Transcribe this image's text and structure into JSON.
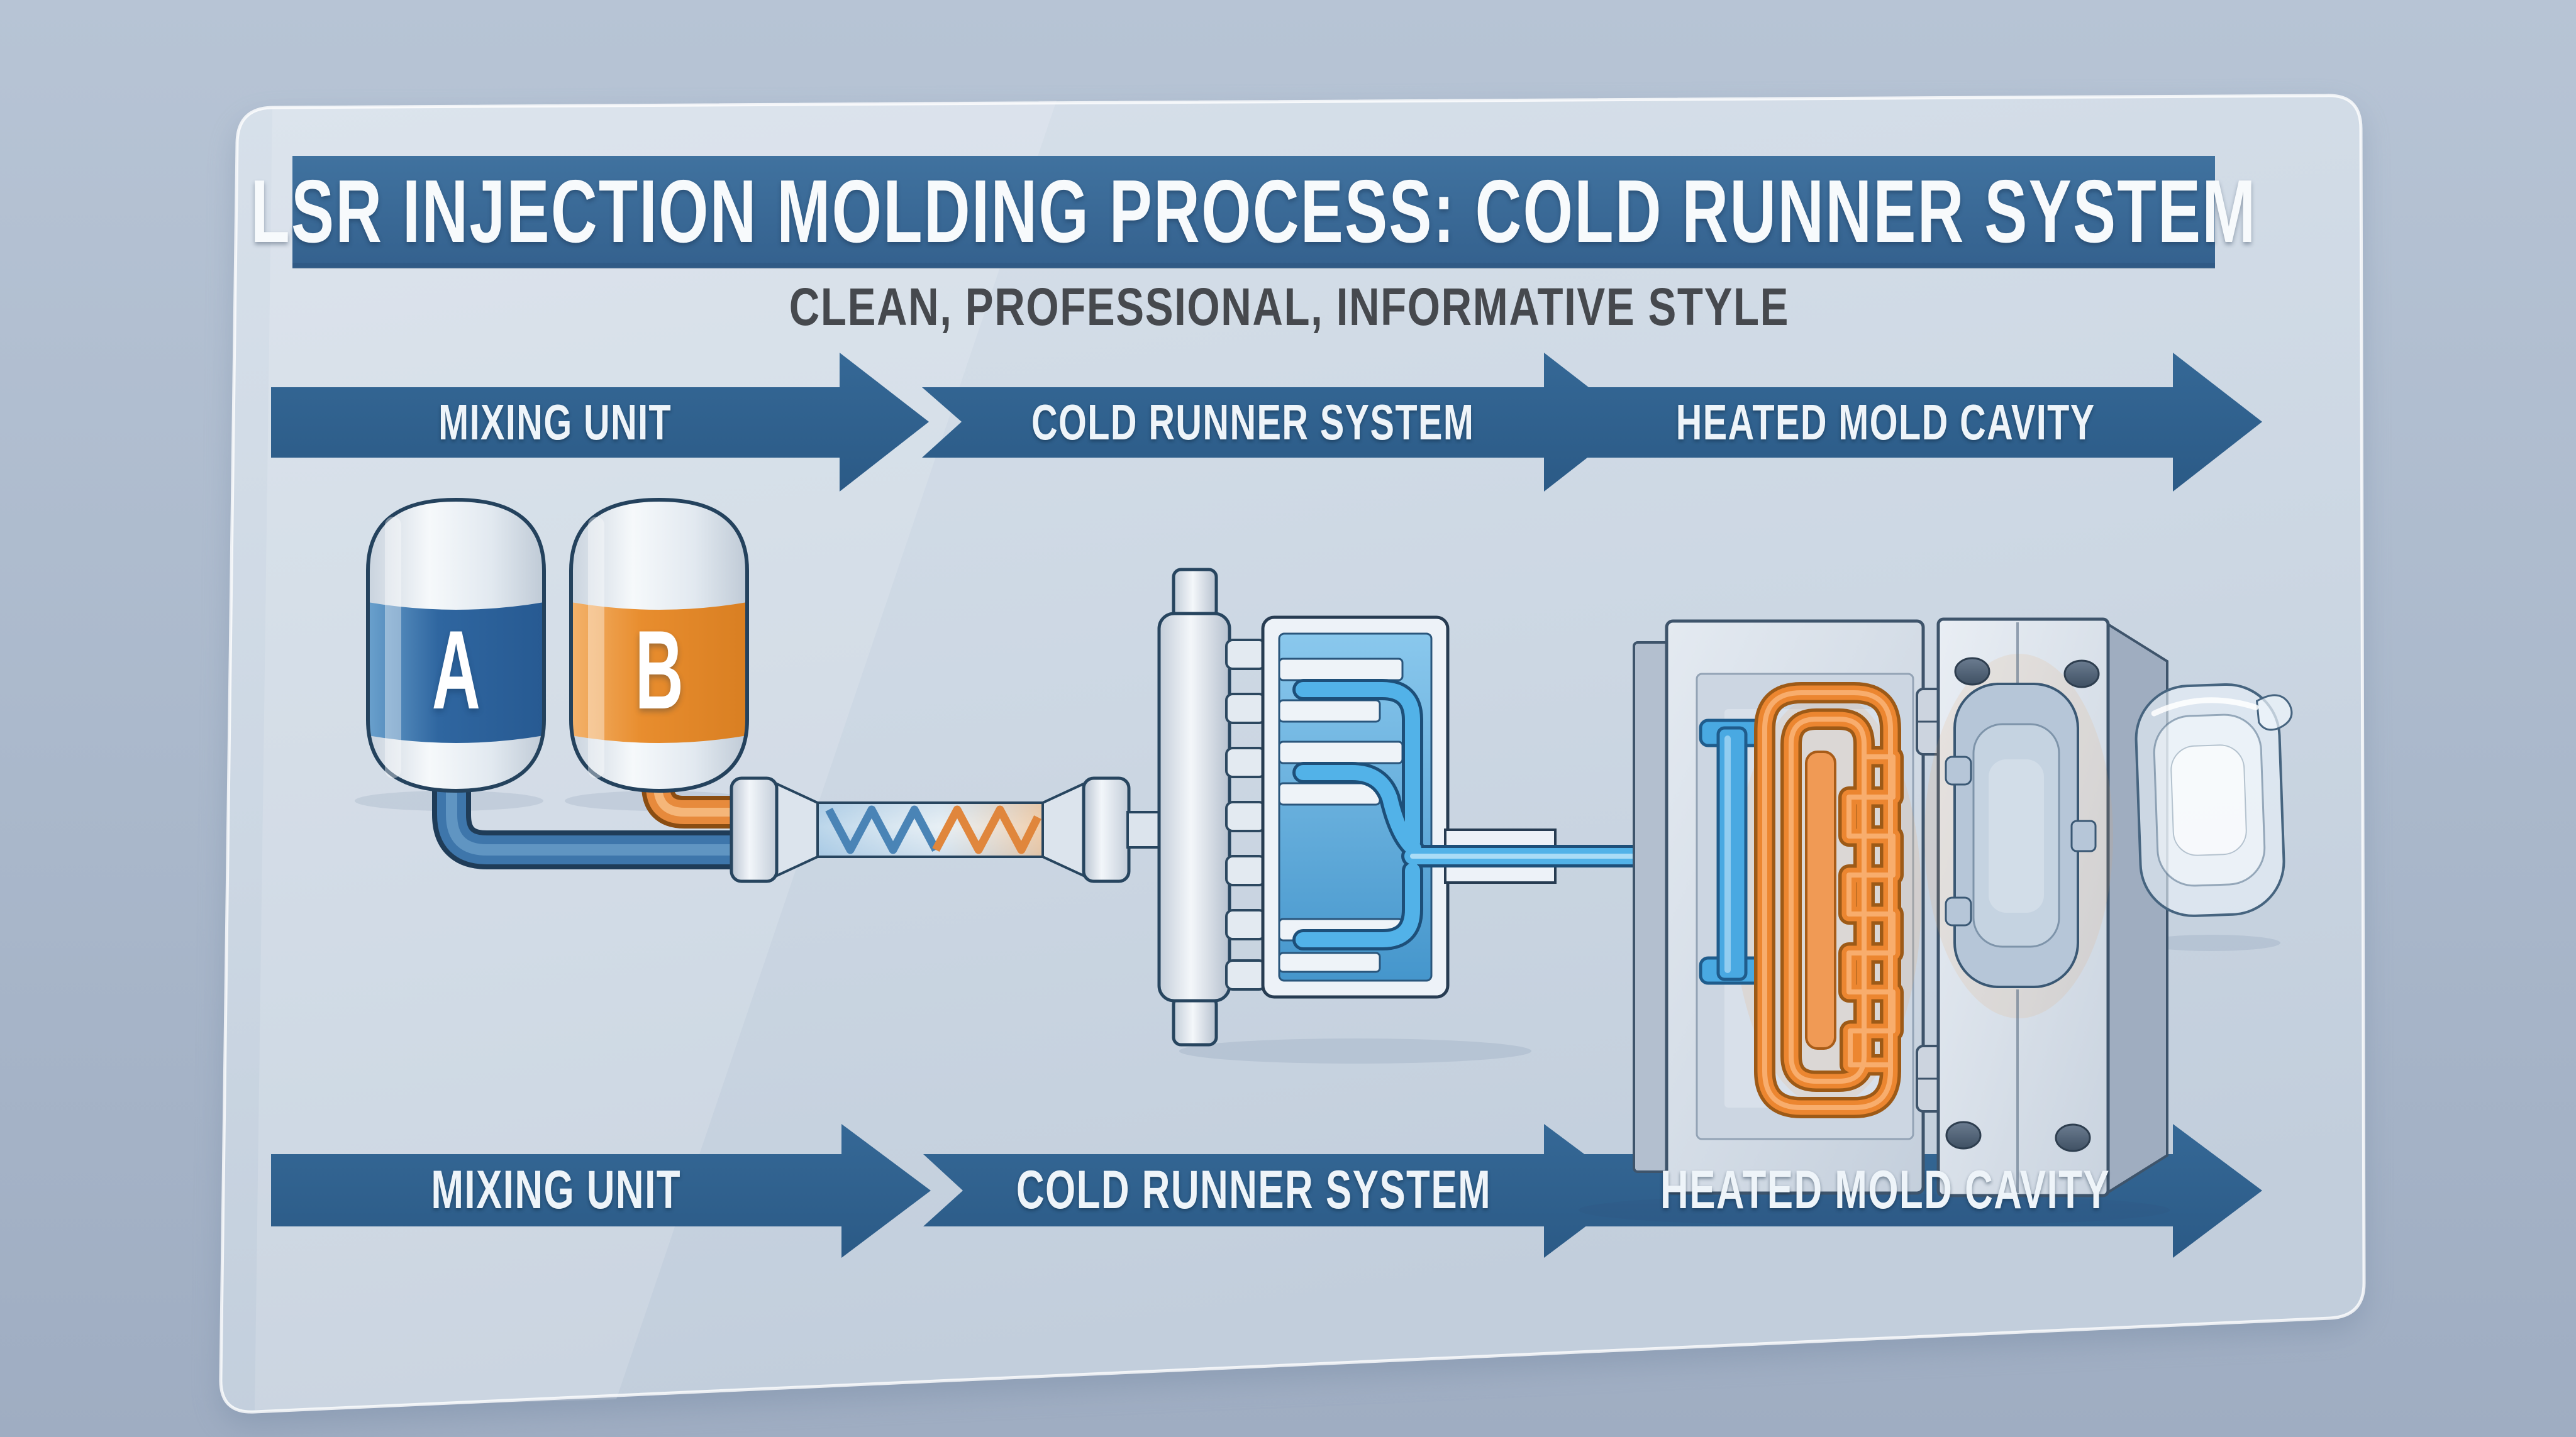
{
  "header": {
    "title": "LSR INJECTION MOLDING PROCESS: COLD RUNNER SYSTEM",
    "subtitle": "CLEAN, PROFESSIONAL, INFORMATIVE STYLE"
  },
  "stages": {
    "top": [
      {
        "label": "MIXING UNIT"
      },
      {
        "label": "COLD RUNNER SYSTEM"
      },
      {
        "label": "HEATED MOLD CAVITY"
      }
    ],
    "bottom": [
      {
        "label": "MIXING UNIT"
      },
      {
        "label": "COLD RUNNER SYSTEM"
      },
      {
        "label": "HEATED MOLD CAVITY"
      }
    ]
  },
  "diagram": {
    "containers": [
      {
        "label": "A",
        "color": "#2f66a0"
      },
      {
        "label": "B",
        "color": "#e88d2e"
      }
    ]
  },
  "colors": {
    "banner_blue": "#3a6b99",
    "arrow_blue": "#2f6190",
    "liquid_blue": "#52b2e8",
    "heater_orange": "#ec8630",
    "panel": "#ccd7e3",
    "background": "#a9b7ca"
  }
}
